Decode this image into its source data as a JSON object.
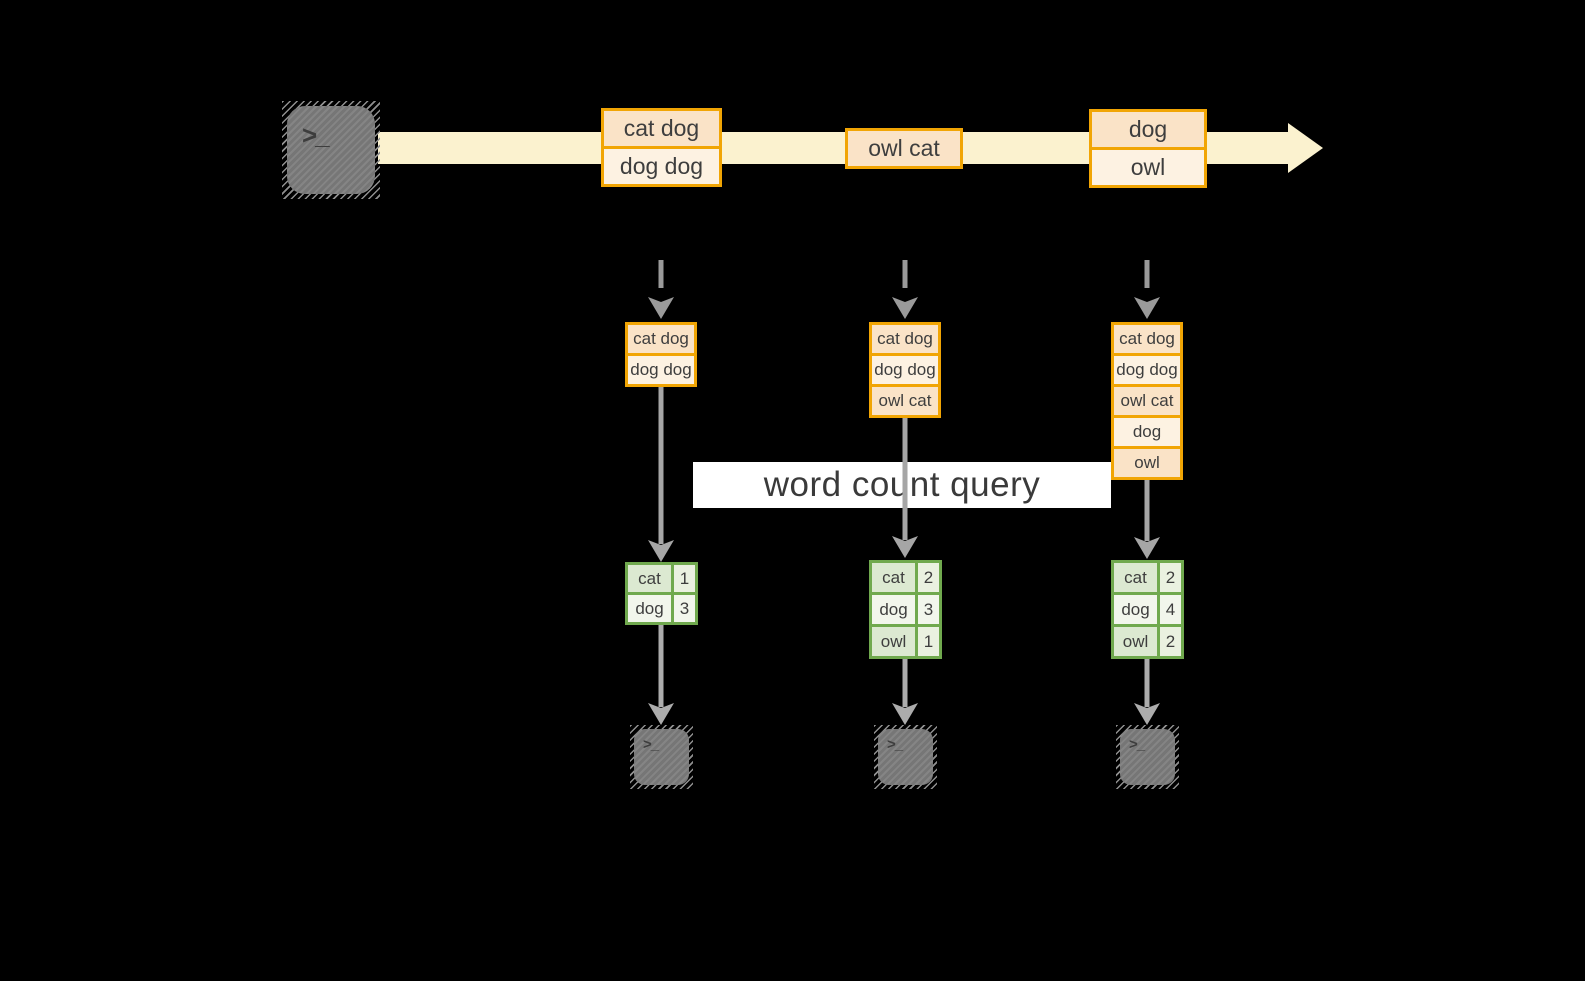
{
  "diagram": {
    "query_label": "word count query",
    "prompt_glyph": ">_",
    "stream_events": [
      {
        "lines": [
          "cat dog",
          "dog dog"
        ]
      },
      {
        "lines": [
          "owl cat"
        ]
      },
      {
        "lines": [
          "dog",
          "owl"
        ]
      }
    ],
    "snapshots": [
      {
        "state_lines": [
          "cat dog",
          "dog dog"
        ],
        "counts": [
          {
            "word": "cat",
            "count": "1"
          },
          {
            "word": "dog",
            "count": "3"
          }
        ]
      },
      {
        "state_lines": [
          "cat dog",
          "dog dog",
          "owl cat"
        ],
        "counts": [
          {
            "word": "cat",
            "count": "2"
          },
          {
            "word": "dog",
            "count": "3"
          },
          {
            "word": "owl",
            "count": "1"
          }
        ]
      },
      {
        "state_lines": [
          "cat dog",
          "dog dog",
          "owl cat",
          "dog",
          "owl"
        ],
        "counts": [
          {
            "word": "cat",
            "count": "2"
          },
          {
            "word": "dog",
            "count": "4"
          },
          {
            "word": "owl",
            "count": "2"
          }
        ]
      }
    ],
    "colors": {
      "background": "#000000",
      "stream_band": "#FBF2CF",
      "box_border_orange": "#F1A504",
      "fill_peach": "#FAE3C7",
      "fill_cream": "#FDF2E2",
      "table_border_green": "#70A94E",
      "cell_green": "#DCE9D1",
      "cell_green_light": "#EAF1E0",
      "cell_white": "#F2F6EC",
      "arrow_gray": "#A3A3A3",
      "terminal_gray": "#7D7D7D",
      "query_band": "#FFFFFF"
    }
  }
}
